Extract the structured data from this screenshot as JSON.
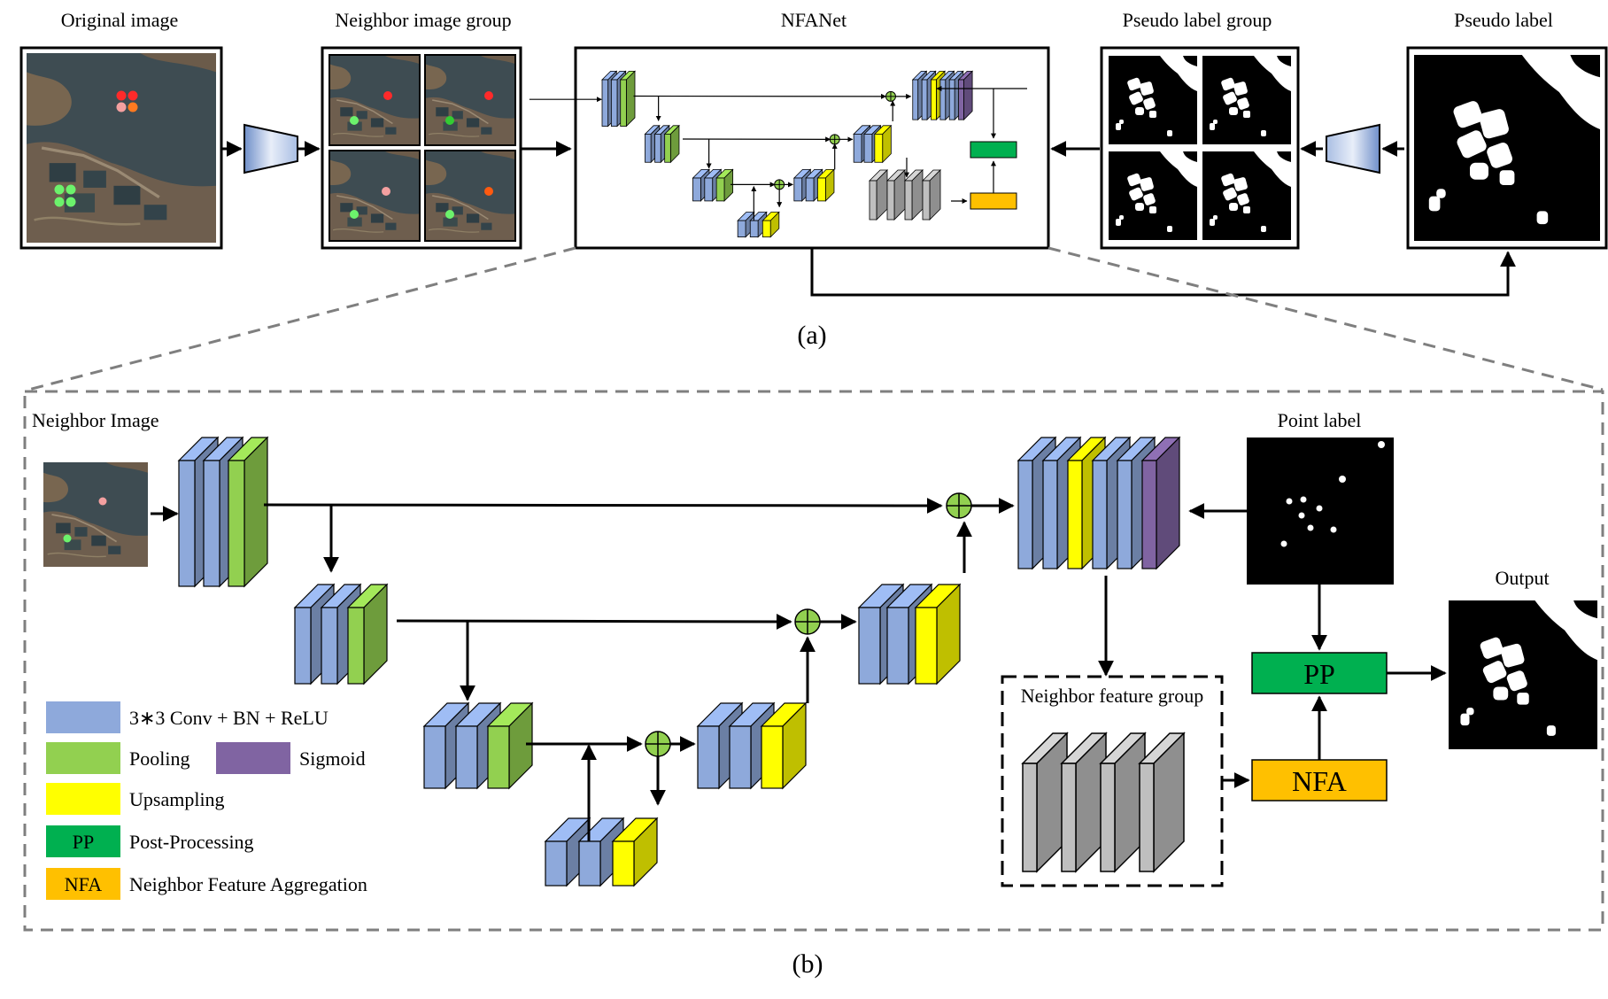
{
  "panel_a": {
    "caption": "(a)",
    "original_image": {
      "label": "Original image"
    },
    "neighbor_image_group": {
      "label": "Neighbor image group"
    },
    "network": {
      "label": "NFANet"
    },
    "pseudo_label_group": {
      "label": "Pseudo label group"
    },
    "pseudo_label": {
      "label": "Pseudo label"
    }
  },
  "panel_b": {
    "caption": "(b)",
    "neighbor_image": {
      "label": "Neighbor Image"
    },
    "point_label": {
      "label": "Point label"
    },
    "output": {
      "label": "Output"
    },
    "neighbor_feature_group": {
      "label": "Neighbor feature group"
    },
    "pp_block": {
      "label": "PP"
    },
    "nfa_block": {
      "label": "NFA"
    }
  },
  "legend": {
    "items": [
      {
        "key": "conv",
        "swatch_text": "",
        "label": "3∗3 Conv + BN + ReLU",
        "color": "#8EA9DB"
      },
      {
        "key": "pool",
        "swatch_text": "",
        "label": "Pooling",
        "color": "#92D050"
      },
      {
        "key": "sigmoid",
        "swatch_text": "",
        "label": "Sigmoid",
        "color": "#8064A2"
      },
      {
        "key": "upsample",
        "swatch_text": "",
        "label": "Upsampling",
        "color": "#FFFF00"
      },
      {
        "key": "pp",
        "swatch_text": "PP",
        "label": "Post-Processing",
        "color": "#00B050"
      },
      {
        "key": "nfa",
        "swatch_text": "NFA",
        "label": "Neighbor Feature Aggregation",
        "color": "#FFC000"
      }
    ]
  },
  "colors": {
    "conv": "#8EA9DB",
    "pool": "#92D050",
    "upsample": "#FFFF00",
    "sigmoid": "#8064A2",
    "pp": "#00B050",
    "nfa": "#FFC000",
    "feature_gray": "#BFBFBF",
    "sum_node": "#92D050",
    "water": "#3C4A4E",
    "land": "#7A6A58"
  }
}
